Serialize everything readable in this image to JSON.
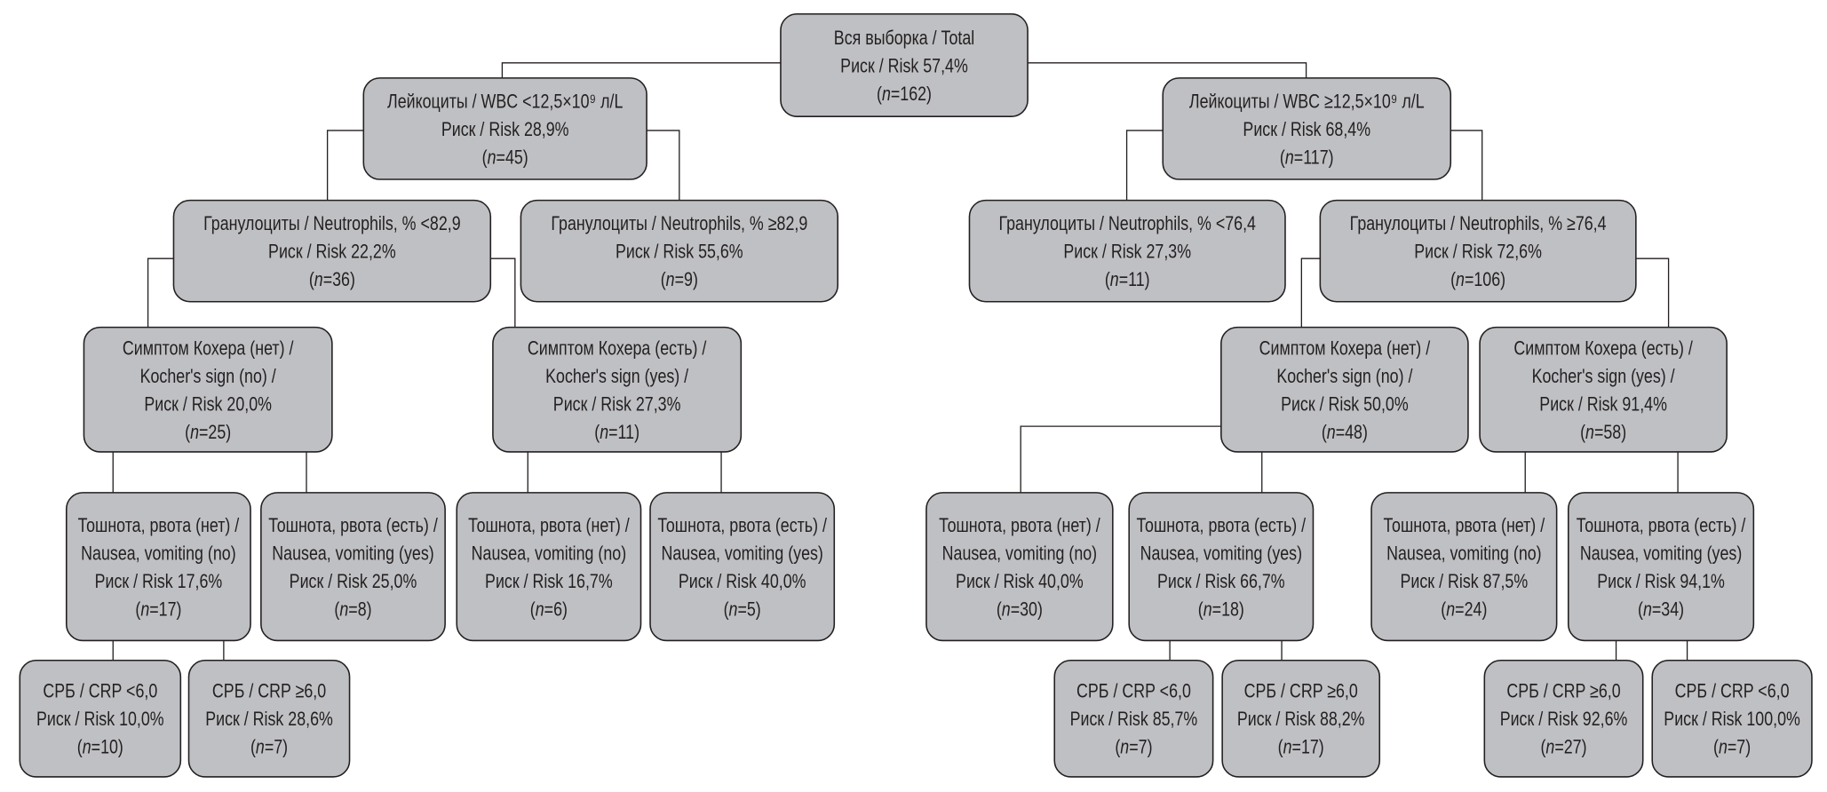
{
  "colors": {
    "node_fill": "#bfc0c3",
    "line": "#231f20",
    "text": "#231f20"
  },
  "nodes": [
    {
      "id": "root",
      "lines": [
        "Вся выборка / Total",
        "Риск / Risk 57,4%"
      ],
      "n": "162"
    },
    {
      "id": "wbc-low",
      "lines": [
        "Лейкоциты / WBC <12,5×10⁹ л/L",
        "Риск / Risk 28,9%"
      ],
      "n": "45"
    },
    {
      "id": "wbc-high",
      "lines": [
        "Лейкоциты / WBC ≥12,5×10⁹ л/L",
        "Риск / Risk 68,4%"
      ],
      "n": "117"
    },
    {
      "id": "neut-lt-82",
      "lines": [
        "Гранулоциты / Neutrophils, % <82,9",
        "Риск / Risk 22,2%"
      ],
      "n": "36"
    },
    {
      "id": "neut-ge-82",
      "lines": [
        "Гранулоциты / Neutrophils, % ≥82,9",
        "Риск / Risk 55,6%"
      ],
      "n": "9"
    },
    {
      "id": "neut-lt-76",
      "lines": [
        "Гранулоциты / Neutrophils, % <76,4",
        "Риск / Risk 27,3%"
      ],
      "n": "11"
    },
    {
      "id": "neut-ge-76",
      "lines": [
        "Гранулоциты / Neutrophils, % ≥76,4",
        "Риск / Risk 72,6%"
      ],
      "n": "106"
    },
    {
      "id": "kocher-no-l",
      "lines": [
        "Симптом Кохера (нет) /",
        "Kocher's sign (no) /",
        "Риск / Risk 20,0%"
      ],
      "n": "25"
    },
    {
      "id": "kocher-yes-l",
      "lines": [
        "Симптом Кохера (есть) /",
        "Kocher's sign (yes) /",
        "Риск / Risk 27,3%"
      ],
      "n": "11"
    },
    {
      "id": "kocher-no-r",
      "lines": [
        "Симптом Кохера (нет) /",
        "Kocher's sign (no) /",
        "Риск / Risk 50,0%"
      ],
      "n": "48"
    },
    {
      "id": "kocher-yes-r",
      "lines": [
        "Симптом Кохера (есть) /",
        "Kocher's sign (yes) /",
        "Риск / Risk 91,4%"
      ],
      "n": "58"
    },
    {
      "id": "nausea-no-1",
      "lines": [
        "Тошнота, рвота (нет) /",
        "Nausea, vomiting (no)",
        "Риск / Risk 17,6%"
      ],
      "n": "17"
    },
    {
      "id": "nausea-yes-1",
      "lines": [
        "Тошнота, рвота (есть) /",
        "Nausea, vomiting (yes)",
        "Риск / Risk 25,0%"
      ],
      "n": "8"
    },
    {
      "id": "nausea-no-2",
      "lines": [
        "Тошнота, рвота (нет) /",
        "Nausea, vomiting (no)",
        "Риск / Risk 16,7%"
      ],
      "n": "6"
    },
    {
      "id": "nausea-yes-2",
      "lines": [
        "Тошнота, рвота (есть) /",
        "Nausea, vomiting (yes)",
        "Риск / Risk 40,0%"
      ],
      "n": "5"
    },
    {
      "id": "nausea-no-3",
      "lines": [
        "Тошнота, рвота (нет) /",
        "Nausea, vomiting (no)",
        "Риск / Risk 40,0%"
      ],
      "n": "30"
    },
    {
      "id": "nausea-yes-3",
      "lines": [
        "Тошнота, рвота (есть) /",
        "Nausea, vomiting (yes)",
        "Риск / Risk 66,7%"
      ],
      "n": "18"
    },
    {
      "id": "nausea-no-4",
      "lines": [
        "Тошнота, рвота (нет) /",
        "Nausea, vomiting (no)",
        "Риск / Risk 87,5%"
      ],
      "n": "24"
    },
    {
      "id": "nausea-yes-4",
      "lines": [
        "Тошнота, рвота (есть) /",
        "Nausea, vomiting (yes)",
        "Риск / Risk 94,1%"
      ],
      "n": "34"
    },
    {
      "id": "crp-1",
      "lines": [
        "СРБ / CRP <6,0",
        "Риск / Risk 10,0%"
      ],
      "n": "10"
    },
    {
      "id": "crp-2",
      "lines": [
        "СРБ / CRP ≥6,0",
        "Риск / Risk 28,6%"
      ],
      "n": "7"
    },
    {
      "id": "crp-3",
      "lines": [
        "СРБ / CRP <6,0",
        "Риск / Risk 85,7%"
      ],
      "n": "7"
    },
    {
      "id": "crp-4",
      "lines": [
        "СРБ / CRP ≥6,0",
        "Риск / Risk 88,2%"
      ],
      "n": "17"
    },
    {
      "id": "crp-5",
      "lines": [
        "СРБ / CRP ≥6,0",
        "Риск / Risk 92,6%"
      ],
      "n": "27"
    },
    {
      "id": "crp-6",
      "lines": [
        "СРБ / CRP <6,0",
        "Риск / Risk 100,0%"
      ],
      "n": "7"
    }
  ],
  "edges": [
    [
      "root",
      "wbc-low"
    ],
    [
      "root",
      "wbc-high"
    ],
    [
      "wbc-low",
      "neut-lt-82"
    ],
    [
      "wbc-low",
      "neut-ge-82"
    ],
    [
      "wbc-high",
      "neut-lt-76"
    ],
    [
      "wbc-high",
      "neut-ge-76"
    ],
    [
      "neut-lt-82",
      "kocher-no-l"
    ],
    [
      "neut-lt-82",
      "kocher-yes-l"
    ],
    [
      "neut-ge-76",
      "kocher-no-r"
    ],
    [
      "neut-ge-76",
      "kocher-yes-r"
    ],
    [
      "kocher-no-l",
      "nausea-no-1"
    ],
    [
      "kocher-no-l",
      "nausea-yes-1"
    ],
    [
      "kocher-yes-l",
      "nausea-no-2"
    ],
    [
      "kocher-yes-l",
      "nausea-yes-2"
    ],
    [
      "kocher-no-r",
      "nausea-no-3"
    ],
    [
      "kocher-no-r",
      "nausea-yes-3"
    ],
    [
      "kocher-yes-r",
      "nausea-no-4"
    ],
    [
      "kocher-yes-r",
      "nausea-yes-4"
    ],
    [
      "nausea-no-1",
      "crp-1"
    ],
    [
      "nausea-no-1",
      "crp-2"
    ],
    [
      "nausea-yes-3",
      "crp-3"
    ],
    [
      "nausea-yes-3",
      "crp-4"
    ],
    [
      "nausea-yes-4",
      "crp-5"
    ],
    [
      "nausea-yes-4",
      "crp-6"
    ]
  ]
}
